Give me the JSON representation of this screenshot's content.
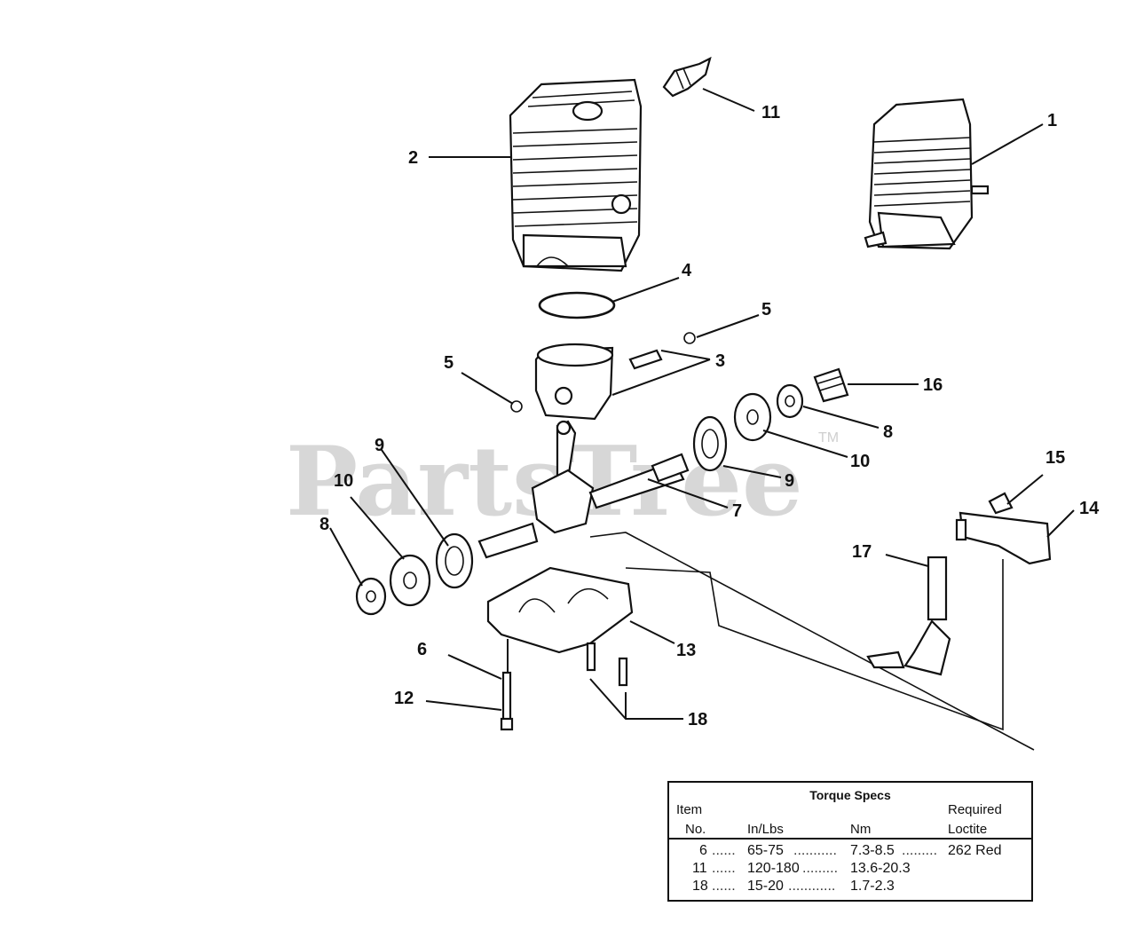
{
  "watermark": {
    "text": "PartsTree",
    "tm": "TM"
  },
  "callouts": [
    "1",
    "2",
    "3",
    "4",
    "5",
    "5",
    "6",
    "7",
    "8",
    "8",
    "9",
    "9",
    "10",
    "10",
    "11",
    "12",
    "13",
    "14",
    "15",
    "16",
    "17",
    "18"
  ],
  "torque_table": {
    "title": "Torque Specs",
    "headers": {
      "item_line1": "Item",
      "item_line2": "No.",
      "inlbs": "In/Lbs",
      "nm": "Nm",
      "req_line1": "Required",
      "req_line2": "Loctite"
    },
    "rows": [
      {
        "item": "6",
        "inlbs": "65-75",
        "nm": "7.3-8.5",
        "loctite": "262 Red"
      },
      {
        "item": "11",
        "inlbs": "120-180",
        "nm": "13.6-20.3",
        "loctite": ""
      },
      {
        "item": "18",
        "inlbs": "15-20",
        "nm": "1.7-2.3",
        "loctite": ""
      }
    ]
  }
}
